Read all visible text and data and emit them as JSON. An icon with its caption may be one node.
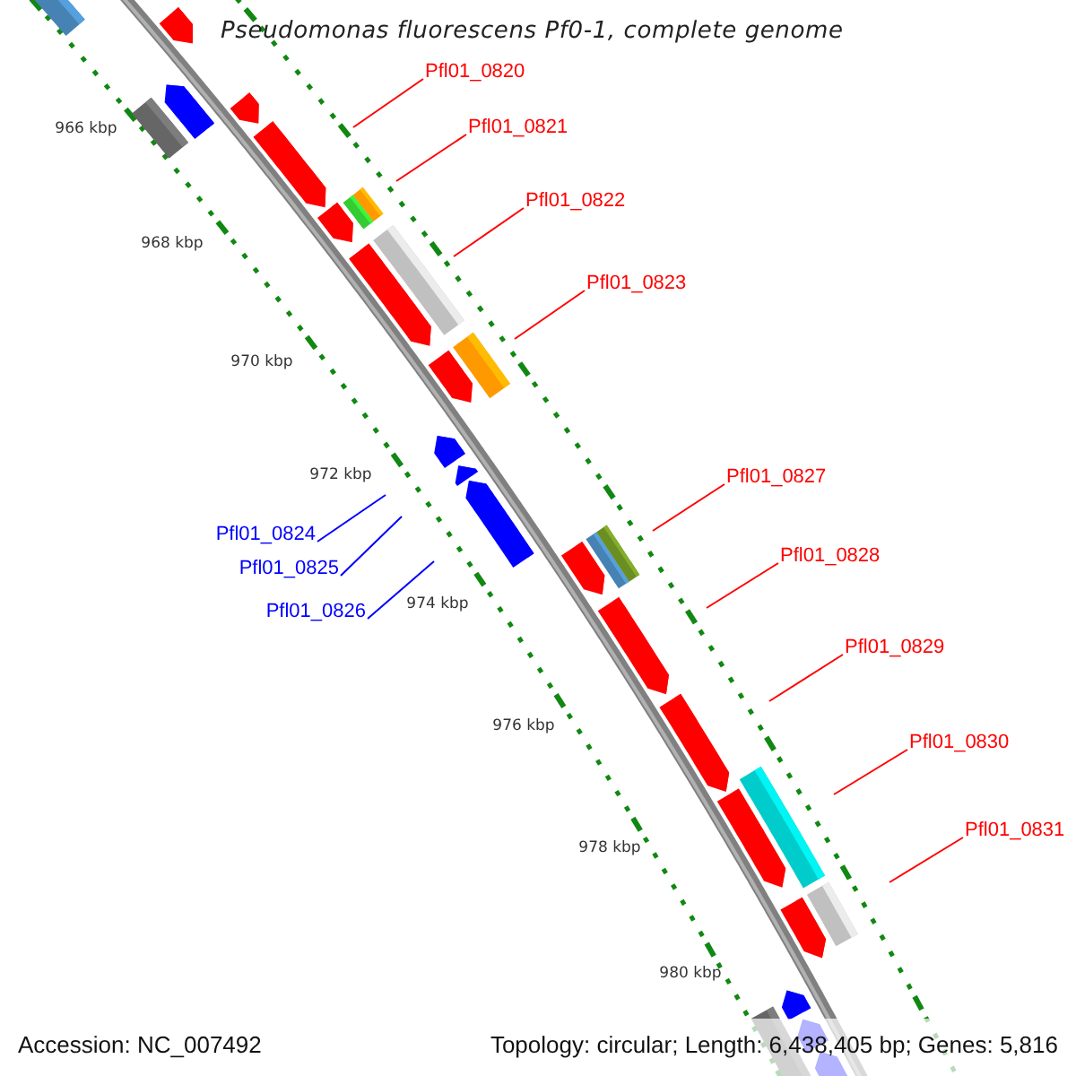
{
  "diagram": {
    "title": "Pseudomonas fluorescens Pf0-1, complete genome",
    "nodes": [
      {
        "text": [
          "Pfl01_0820"
        ]
      },
      {
        "text": [
          "Pfl01_0821"
        ]
      },
      {
        "text": [
          "Pfl01_0822"
        ]
      },
      {
        "text": [
          "Pfl01_0823"
        ]
      },
      {
        "text": [
          "Pfl01_0827"
        ]
      },
      {
        "text": [
          "Pfl01_0824"
        ]
      },
      {
        "text": [
          "Pfl01_0828"
        ]
      },
      {
        "text": [
          "Pfl01_0825"
        ]
      },
      {
        "text": [
          "Pfl01_0826"
        ]
      },
      {
        "text": [
          "Pfl01_0829"
        ]
      },
      {
        "text": [
          "Pfl01_0830"
        ]
      },
      {
        "text": [
          "Pfl01_0831"
        ]
      }
    ],
    "edges": [
      {
        "from": 0,
        "to": null,
        "arrow": "none"
      },
      {
        "from": 1,
        "to": null,
        "arrow": "none"
      },
      {
        "from": 2,
        "to": null,
        "arrow": "none"
      },
      {
        "from": 3,
        "to": null,
        "arrow": "none"
      },
      {
        "from": 4,
        "to": null,
        "arrow": "none"
      },
      {
        "from": 5,
        "to": null,
        "arrow": "none",
        "color": "#0000ff"
      },
      {
        "from": 6,
        "to": null,
        "arrow": "none"
      },
      {
        "from": 7,
        "to": null,
        "arrow": "none",
        "color": "#0000ff"
      },
      {
        "from": 8,
        "to": null,
        "arrow": "none",
        "color": "#0000ff"
      },
      {
        "from": 9,
        "to": null,
        "arrow": "none"
      },
      {
        "from": 10,
        "to": null,
        "arrow": "none"
      },
      {
        "from": 11,
        "to": null,
        "arrow": "none"
      }
    ],
    "labels": [
      "966 kbp",
      "968 kbp",
      "970 kbp",
      "972 kbp",
      "974 kbp",
      "976 kbp",
      "978 kbp",
      "980 kbp",
      "Accession: NC_007492",
      "Topology: circular; Length: 6,438,405 bp; Genes: 5,816"
    ]
  }
}
